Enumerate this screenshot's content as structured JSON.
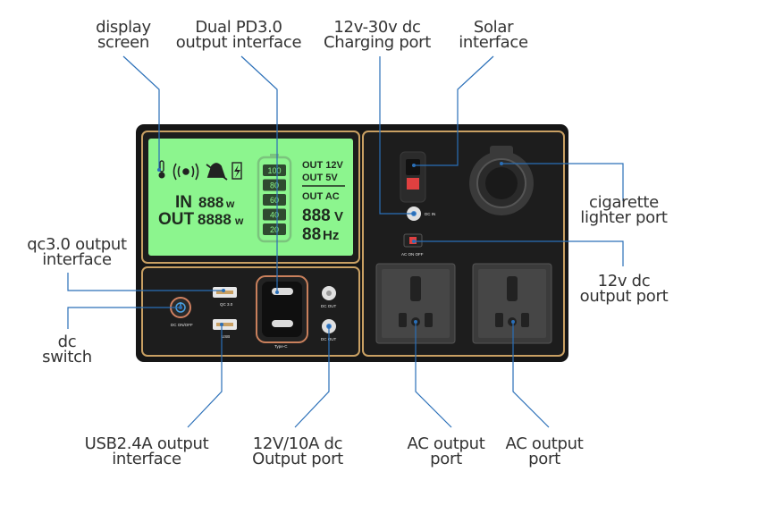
{
  "labels": {
    "display_screen": [
      "display",
      "screen"
    ],
    "dual_pd": [
      "Dual PD3.0",
      "output interface"
    ],
    "charging_port": [
      "12v-30v dc",
      "Charging port"
    ],
    "solar": [
      "Solar",
      "interface"
    ],
    "cigarette": [
      "cigarette",
      "lighter port"
    ],
    "qc30": [
      "qc3.0 output",
      "interface"
    ],
    "dc_switch": [
      "dc",
      "switch"
    ],
    "dc12_output": [
      "12v dc",
      "output port"
    ],
    "usb24": [
      "USB2.4A output",
      "interface"
    ],
    "dc10a": [
      "12V/10A dc",
      "Output port"
    ],
    "ac1": [
      "AC output",
      "port"
    ],
    "ac2": [
      "AC output",
      "port"
    ]
  },
  "lcd": {
    "in_label": "IN",
    "in_value": "888",
    "in_unit": "w",
    "out_label": "OUT",
    "out_value": "8888",
    "out_unit": "w",
    "out12": "OUT 12V",
    "out5": "OUT 5V",
    "outac": "OUT   AC",
    "volt_value": "888",
    "volt_unit": "V",
    "hz_value": "88",
    "hz_unit": "Hz",
    "battery_levels": [
      "100",
      "80",
      "60",
      "40",
      "20"
    ]
  },
  "panel_text": {
    "qc30": "QC 3.0",
    "usb": "USB",
    "dc_onoff": "DC ON/OFF",
    "type_c": "Type-C",
    "dc_out_1": "DC OUT",
    "dc_out_2": "DC OUT",
    "dc_in": "DC IN",
    "ac_onoff": "AC ON OFF"
  },
  "colors": {
    "lcd_green": "#8cf58e",
    "frame_gold": "#c9a063",
    "panel_black": "#161616",
    "line_blue": "#2a6fb8"
  }
}
